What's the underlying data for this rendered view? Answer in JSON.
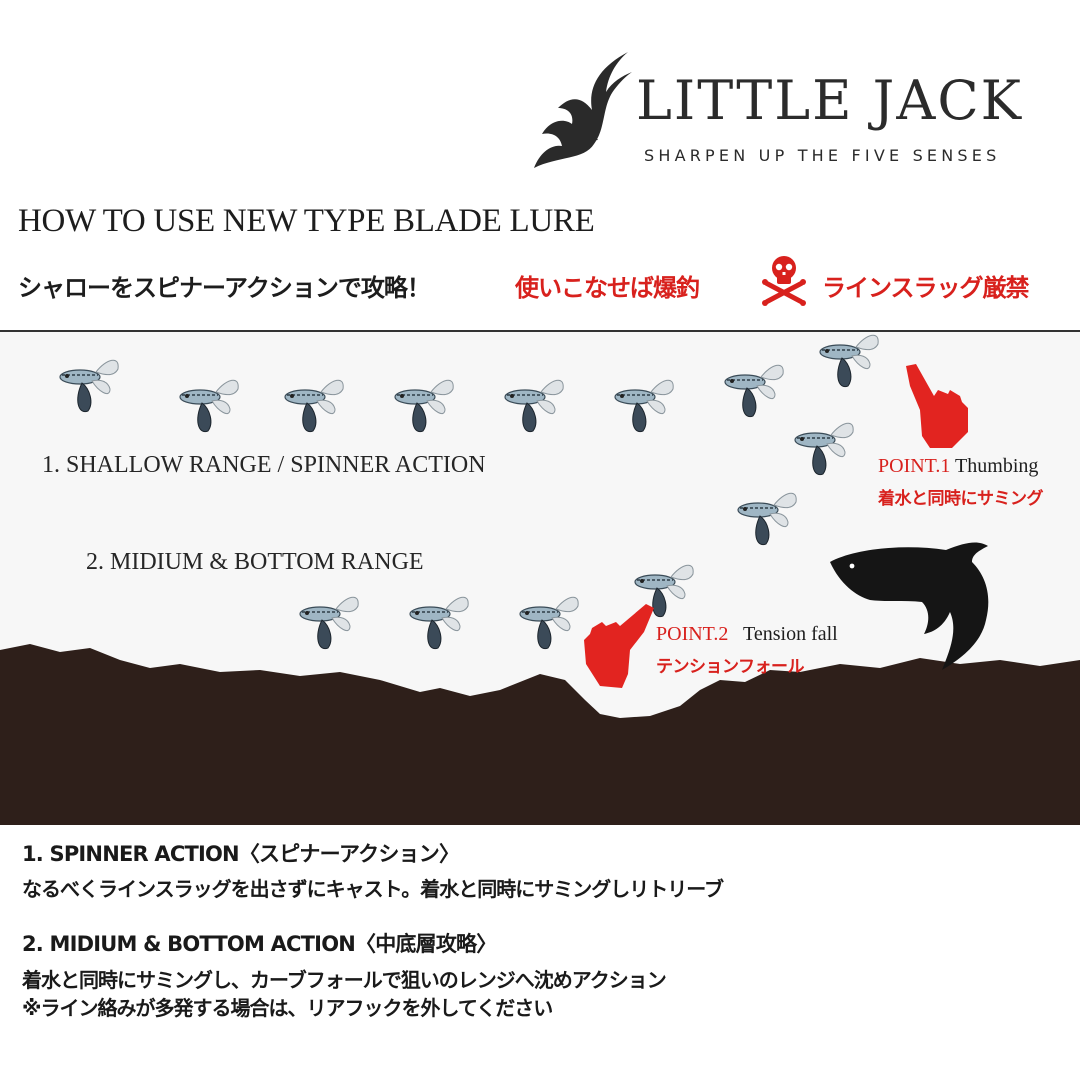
{
  "brand": {
    "name": "LITTLE JACK",
    "tagline": "SHARPEN UP THE FIVE SENSES"
  },
  "header": {
    "title": "HOW TO USE NEW TYPE BLADE LURE",
    "subtitle": "シャローをスピナーアクションで攻略！",
    "warning_1": "使いこなせば爆釣",
    "warning_2": "ラインスラッグ厳禁"
  },
  "diagram": {
    "range_1": "1. SHALLOW RANGE / SPINNER  ACTION",
    "range_2": "2. MIDIUM & BOTTOM RANGE",
    "point_1": {
      "label": "POINT.1",
      "title": "Thumbing",
      "jp": "着水と同時にサミング"
    },
    "point_2": {
      "label": "POINT.2",
      "title": "Tension fall",
      "jp": "テンションフォール"
    }
  },
  "sections": [
    {
      "heading": "1. SPINNER  ACTION〈スピナーアクション〉",
      "lines": [
        "なるべくラインスラッグを出さずにキャスト。着水と同時にサミングしリトリーブ"
      ]
    },
    {
      "heading": "2. MIDIUM & BOTTOM ACTION〈中底層攻略〉",
      "lines": [
        "着水と同時にサミングし、カーブフォールで狙いのレンジへ沈めアクション",
        "※ライン絡みが多発する場合は、リアフックを外してください"
      ]
    }
  ],
  "colors": {
    "accent_red": "#d8211d",
    "terrain": "#2e1f1a",
    "text": "#1d1d1d"
  },
  "icons": [
    "flame-logo-icon",
    "skull-crossbones-icon",
    "pointing-hand-icon",
    "fish-silhouette-icon",
    "blade-lure-icon"
  ]
}
